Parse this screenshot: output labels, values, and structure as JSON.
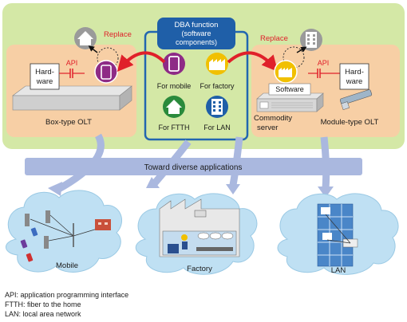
{
  "dba": {
    "title": "DBA function",
    "subtitle1": "(software",
    "subtitle2": "components)"
  },
  "components": [
    {
      "label": "For mobile",
      "icon": "mobile-phone-icon",
      "color": "#8e2b86"
    },
    {
      "label": "For factory",
      "icon": "factory-icon",
      "color": "#f1c000"
    },
    {
      "label": "For FTTH",
      "icon": "house-icon",
      "color": "#2a8a3c"
    },
    {
      "label": "For LAN",
      "icon": "building-icon",
      "color": "#1f5fa8"
    }
  ],
  "left": {
    "replace": "Replace",
    "api": "API",
    "hardware1": "Hard-",
    "hardware2": "ware",
    "caption": "Box-type OLT"
  },
  "right": {
    "replace": "Replace",
    "api": "API",
    "hardware1": "Hard-",
    "hardware2": "ware",
    "software": "Software",
    "server1": "Commodity",
    "server2": "server",
    "caption": "Module-type OLT"
  },
  "banner": "Toward diverse applications",
  "clouds": {
    "mobile": "Mobile",
    "factory": "Factory",
    "lan": "LAN"
  },
  "notes": [
    "API: application programming interface",
    "FTTH: fiber to the home",
    "LAN: local area network"
  ],
  "colors": {
    "green_panel": "#d4e8a6",
    "orange_panel": "#f7cfa5",
    "blue_band": "#2266b0",
    "banner": "#aab8df",
    "cloud": "#bfe0f3",
    "arrow": "#e0202a"
  }
}
